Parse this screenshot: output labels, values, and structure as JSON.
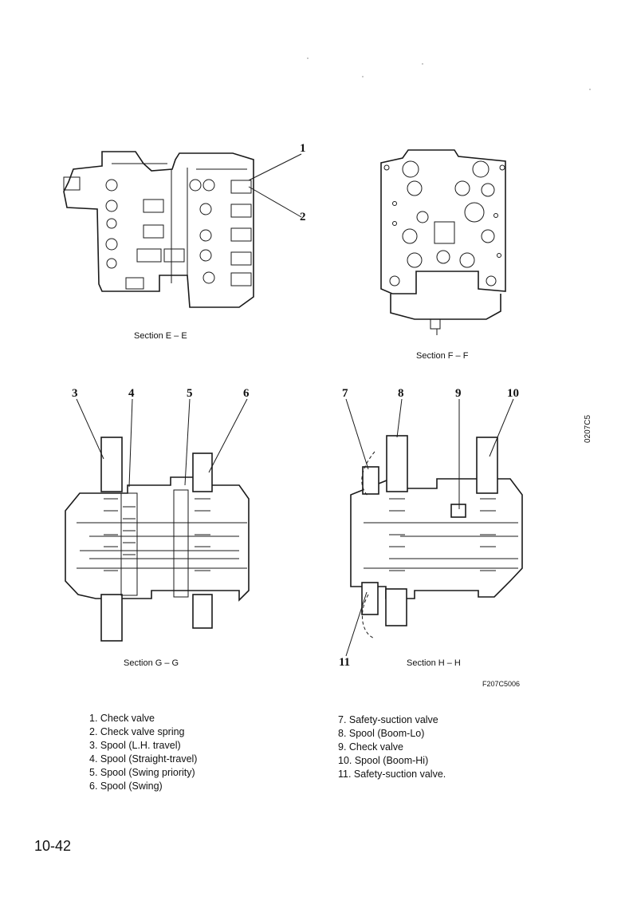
{
  "sections": {
    "ee": "Section E – E",
    "ff": "Section F – F",
    "gg": "Section G – G",
    "hh": "Section H – H"
  },
  "callouts": [
    "1",
    "2",
    "3",
    "4",
    "5",
    "6",
    "7",
    "8",
    "9",
    "10",
    "11"
  ],
  "legend_left": [
    "1. Check valve",
    "2. Check valve spring",
    "3. Spool (L.H. travel)",
    "4. Spool (Straight-travel)",
    "5. Spool (Swing priority)",
    "6. Spool (Swing)"
  ],
  "legend_right": [
    "7. Safety-suction valve",
    "8. Spool (Boom-Lo)",
    "9. Check valve",
    "10. Spool (Boom-Hi)",
    "11. Safety-suction valve."
  ],
  "figure_code": "F207C5006",
  "side_code": "0207C5",
  "page_number": "10-42"
}
